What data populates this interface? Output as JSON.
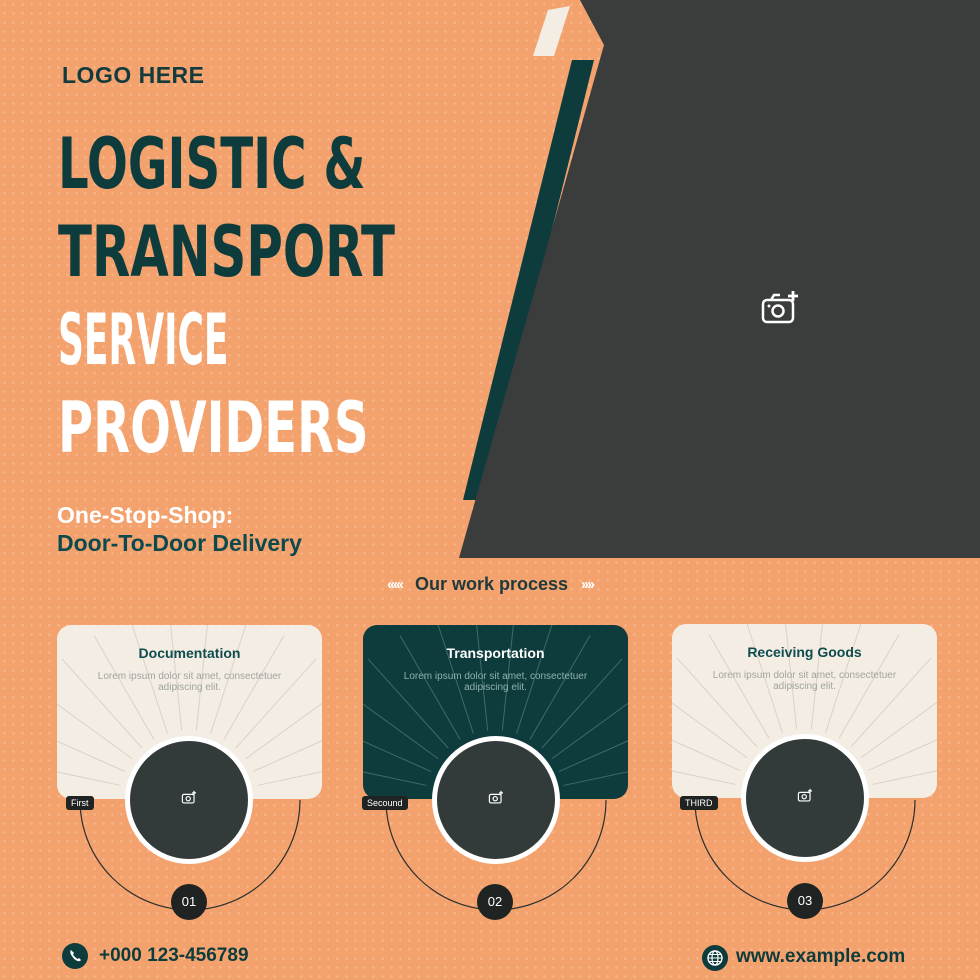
{
  "brand": {
    "logo_text": "LOGO HERE"
  },
  "hero": {
    "title_line_1": "LOGISTIC &",
    "title_line_2": "TRANSPORT",
    "title_line_3": "SERVICE",
    "title_line_4": "PROVIDERS",
    "tagline_1": "One-Stop-Shop:",
    "tagline_2": "Door-To-Door Delivery"
  },
  "process": {
    "heading": "Our work process",
    "left_arrows": "‹‹‹‹‹",
    "right_arrows": "››››",
    "steps": [
      {
        "title": "Documentation",
        "desc": "Lorem ipsum dolor sit amet, consectetuer adipiscing elit.",
        "label": "First",
        "number": "01"
      },
      {
        "title": "Transportation",
        "desc": "Lorem ipsum dolor sit amet, consectetuer adipiscing elit.",
        "label": "Secound",
        "number": "02"
      },
      {
        "title": "Receiving Goods",
        "desc": "Lorem ipsum dolor sit amet, consectetuer adipiscing elit.",
        "label": "THIRD",
        "number": "03"
      }
    ]
  },
  "footer": {
    "phone": "+000 123-456789",
    "website": "www.example.com"
  },
  "colors": {
    "background": "#f4a26d",
    "dark_teal": "#0e3b3c",
    "charcoal": "#3a3d3c",
    "cream": "#f4ede3"
  },
  "icons": {
    "photo": "add-photo-icon",
    "phone": "phone-icon",
    "web": "globe-icon"
  }
}
